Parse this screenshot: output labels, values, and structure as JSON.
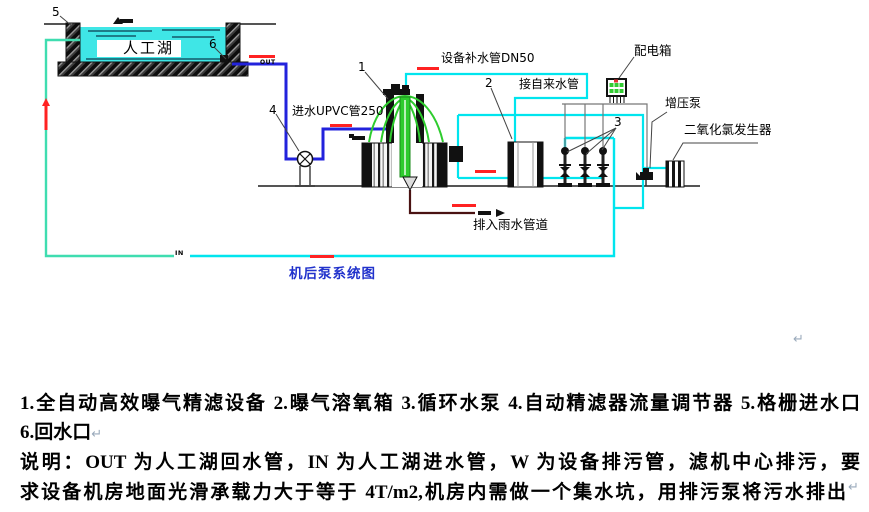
{
  "colors": {
    "pipe_blue": "#2222DC",
    "pipe_cyan": "#00E5EE",
    "pipe_cyan_green": "#3FDDB0",
    "pipe_drain": "#4A1212",
    "spray_green": "#2ECC2E",
    "water_cyan": "#3FE6E6",
    "marker_red": "#FF2222",
    "title_blue": "#2233CC"
  },
  "diagram": {
    "title": "机后泵系统图",
    "lake": {
      "label": "人工湖"
    },
    "flow": {
      "out": "OUT",
      "in": "IN"
    },
    "numbers": {
      "n1": "1",
      "n2": "2",
      "n3": "3",
      "n4": "4",
      "n5": "5",
      "n6": "6"
    },
    "pipe_labels": {
      "inlet": "进水UPVC管250",
      "supply": "设备补水管DN50",
      "tap": "接自来水管",
      "drain": "排入雨水管道"
    },
    "equipment_labels": {
      "power_box": "配电箱",
      "booster_pump": "增压泵",
      "clo2_generator": "二氧化氯发生器"
    },
    "paragraph_mark": "↵"
  },
  "legend": {
    "line1": "1.全自动高效曝气精滤设备 2.曝气溶氧箱 3.循环水泵 4.自动精滤器流量调节器 5.格栅进水口",
    "line2": "6.回水口"
  },
  "notes": {
    "line1": "说明：OUT 为人工湖回水管，IN 为人工湖进水管，W 为设备排污管，滤机中心排污，要",
    "line2": "求设备机房地面光滑承载力大于等于 4T/m2,机房内需做一个集水坑，用排污泵将污水排出"
  }
}
